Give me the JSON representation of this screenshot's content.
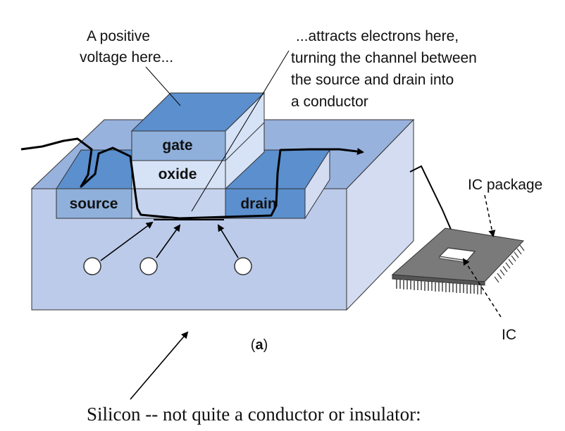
{
  "annotations": {
    "positive_voltage_line1": "A positive",
    "positive_voltage_line2": "voltage here...",
    "attracts_line1": "...attracts electrons here,",
    "attracts_line2": "turning the channel between",
    "attracts_line3": "the source and drain into",
    "attracts_line4": "a conductor"
  },
  "labels": {
    "gate": "gate",
    "oxide": "oxide",
    "source": "source",
    "drain": "drain",
    "ic_package": "IC package",
    "ic": "IC",
    "panel_open": "(",
    "panel_letter": "a",
    "panel_close": ")"
  },
  "caption": "Silicon -- not quite a conductor or insulator:",
  "colors": {
    "substrate_front": "#bccbea",
    "substrate_top": "#98b2de",
    "substrate_side": "#d4dcf2",
    "dark_blue": "#5b8fce",
    "label_box": "#8fb0db",
    "oxide_face": "#d6e2f6",
    "package": "#7a7a7a"
  }
}
